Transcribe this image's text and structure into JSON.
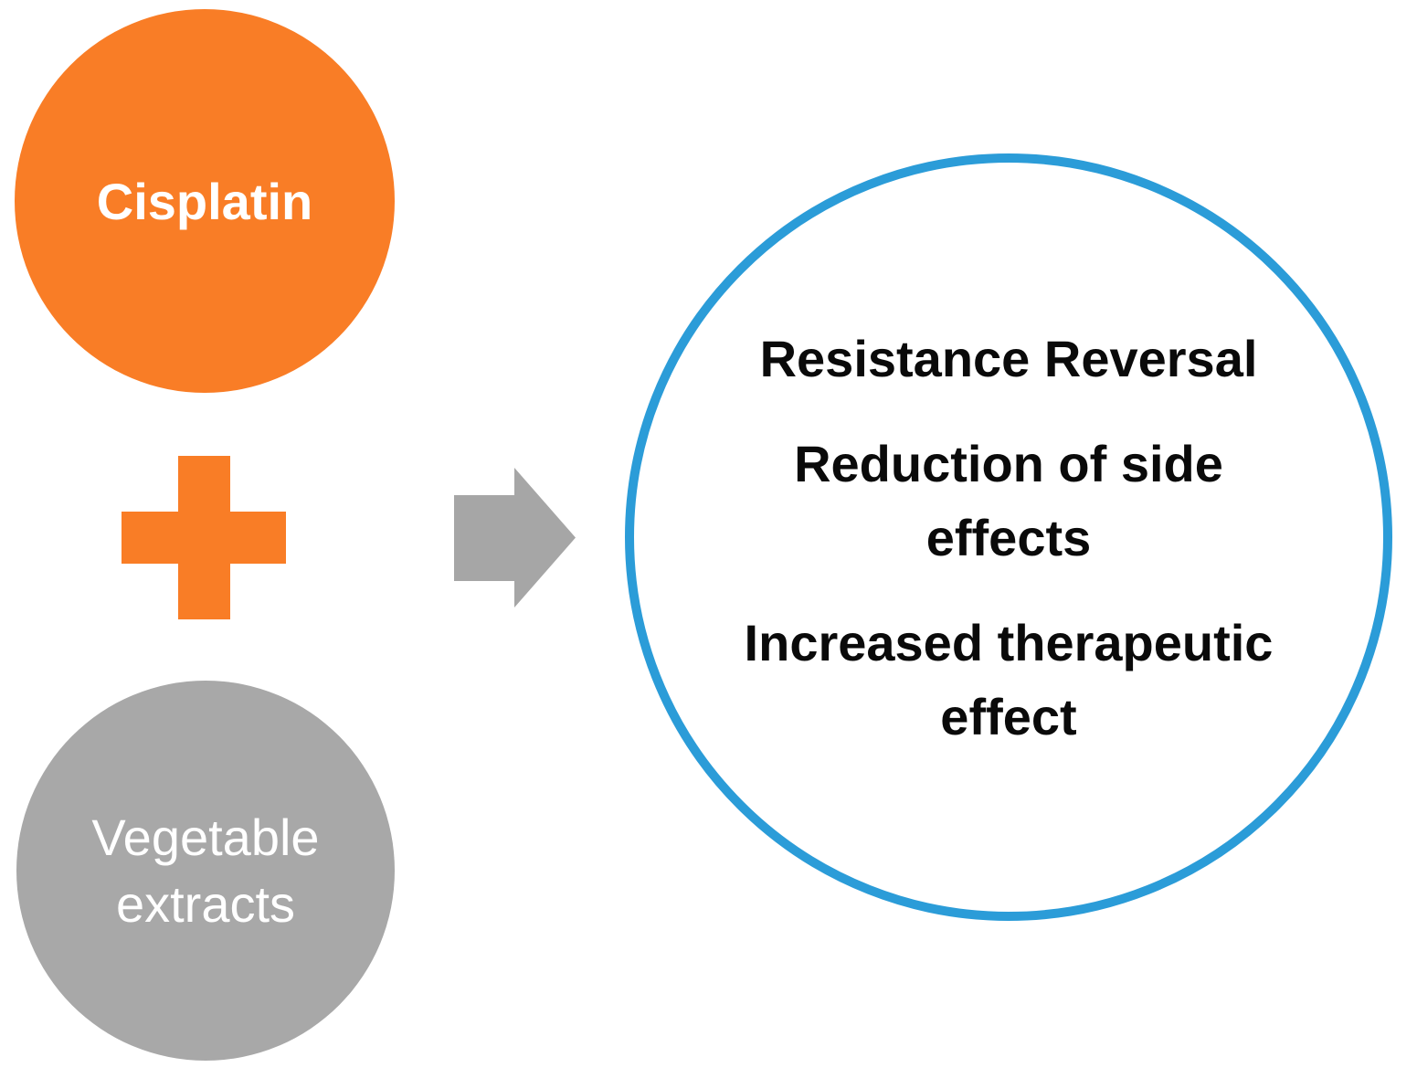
{
  "diagram": {
    "cisplatin_circle": {
      "label": "Cisplatin",
      "fill_color": "#F97D26",
      "text_color": "#ffffff"
    },
    "plus_icon": {
      "color": "#F97D26"
    },
    "vegetable_circle": {
      "label": "Vegetable extracts",
      "fill_color": "#A8A8A8",
      "text_color": "#ffffff"
    },
    "arrow_icon": {
      "color": "#A6A6A6"
    },
    "result_circle": {
      "border_color": "#2B9CD8",
      "text_color": "#0a0a0a",
      "items": [
        "Resistance Reversal",
        "Reduction of side effects",
        "Increased therapeutic effect"
      ]
    }
  }
}
